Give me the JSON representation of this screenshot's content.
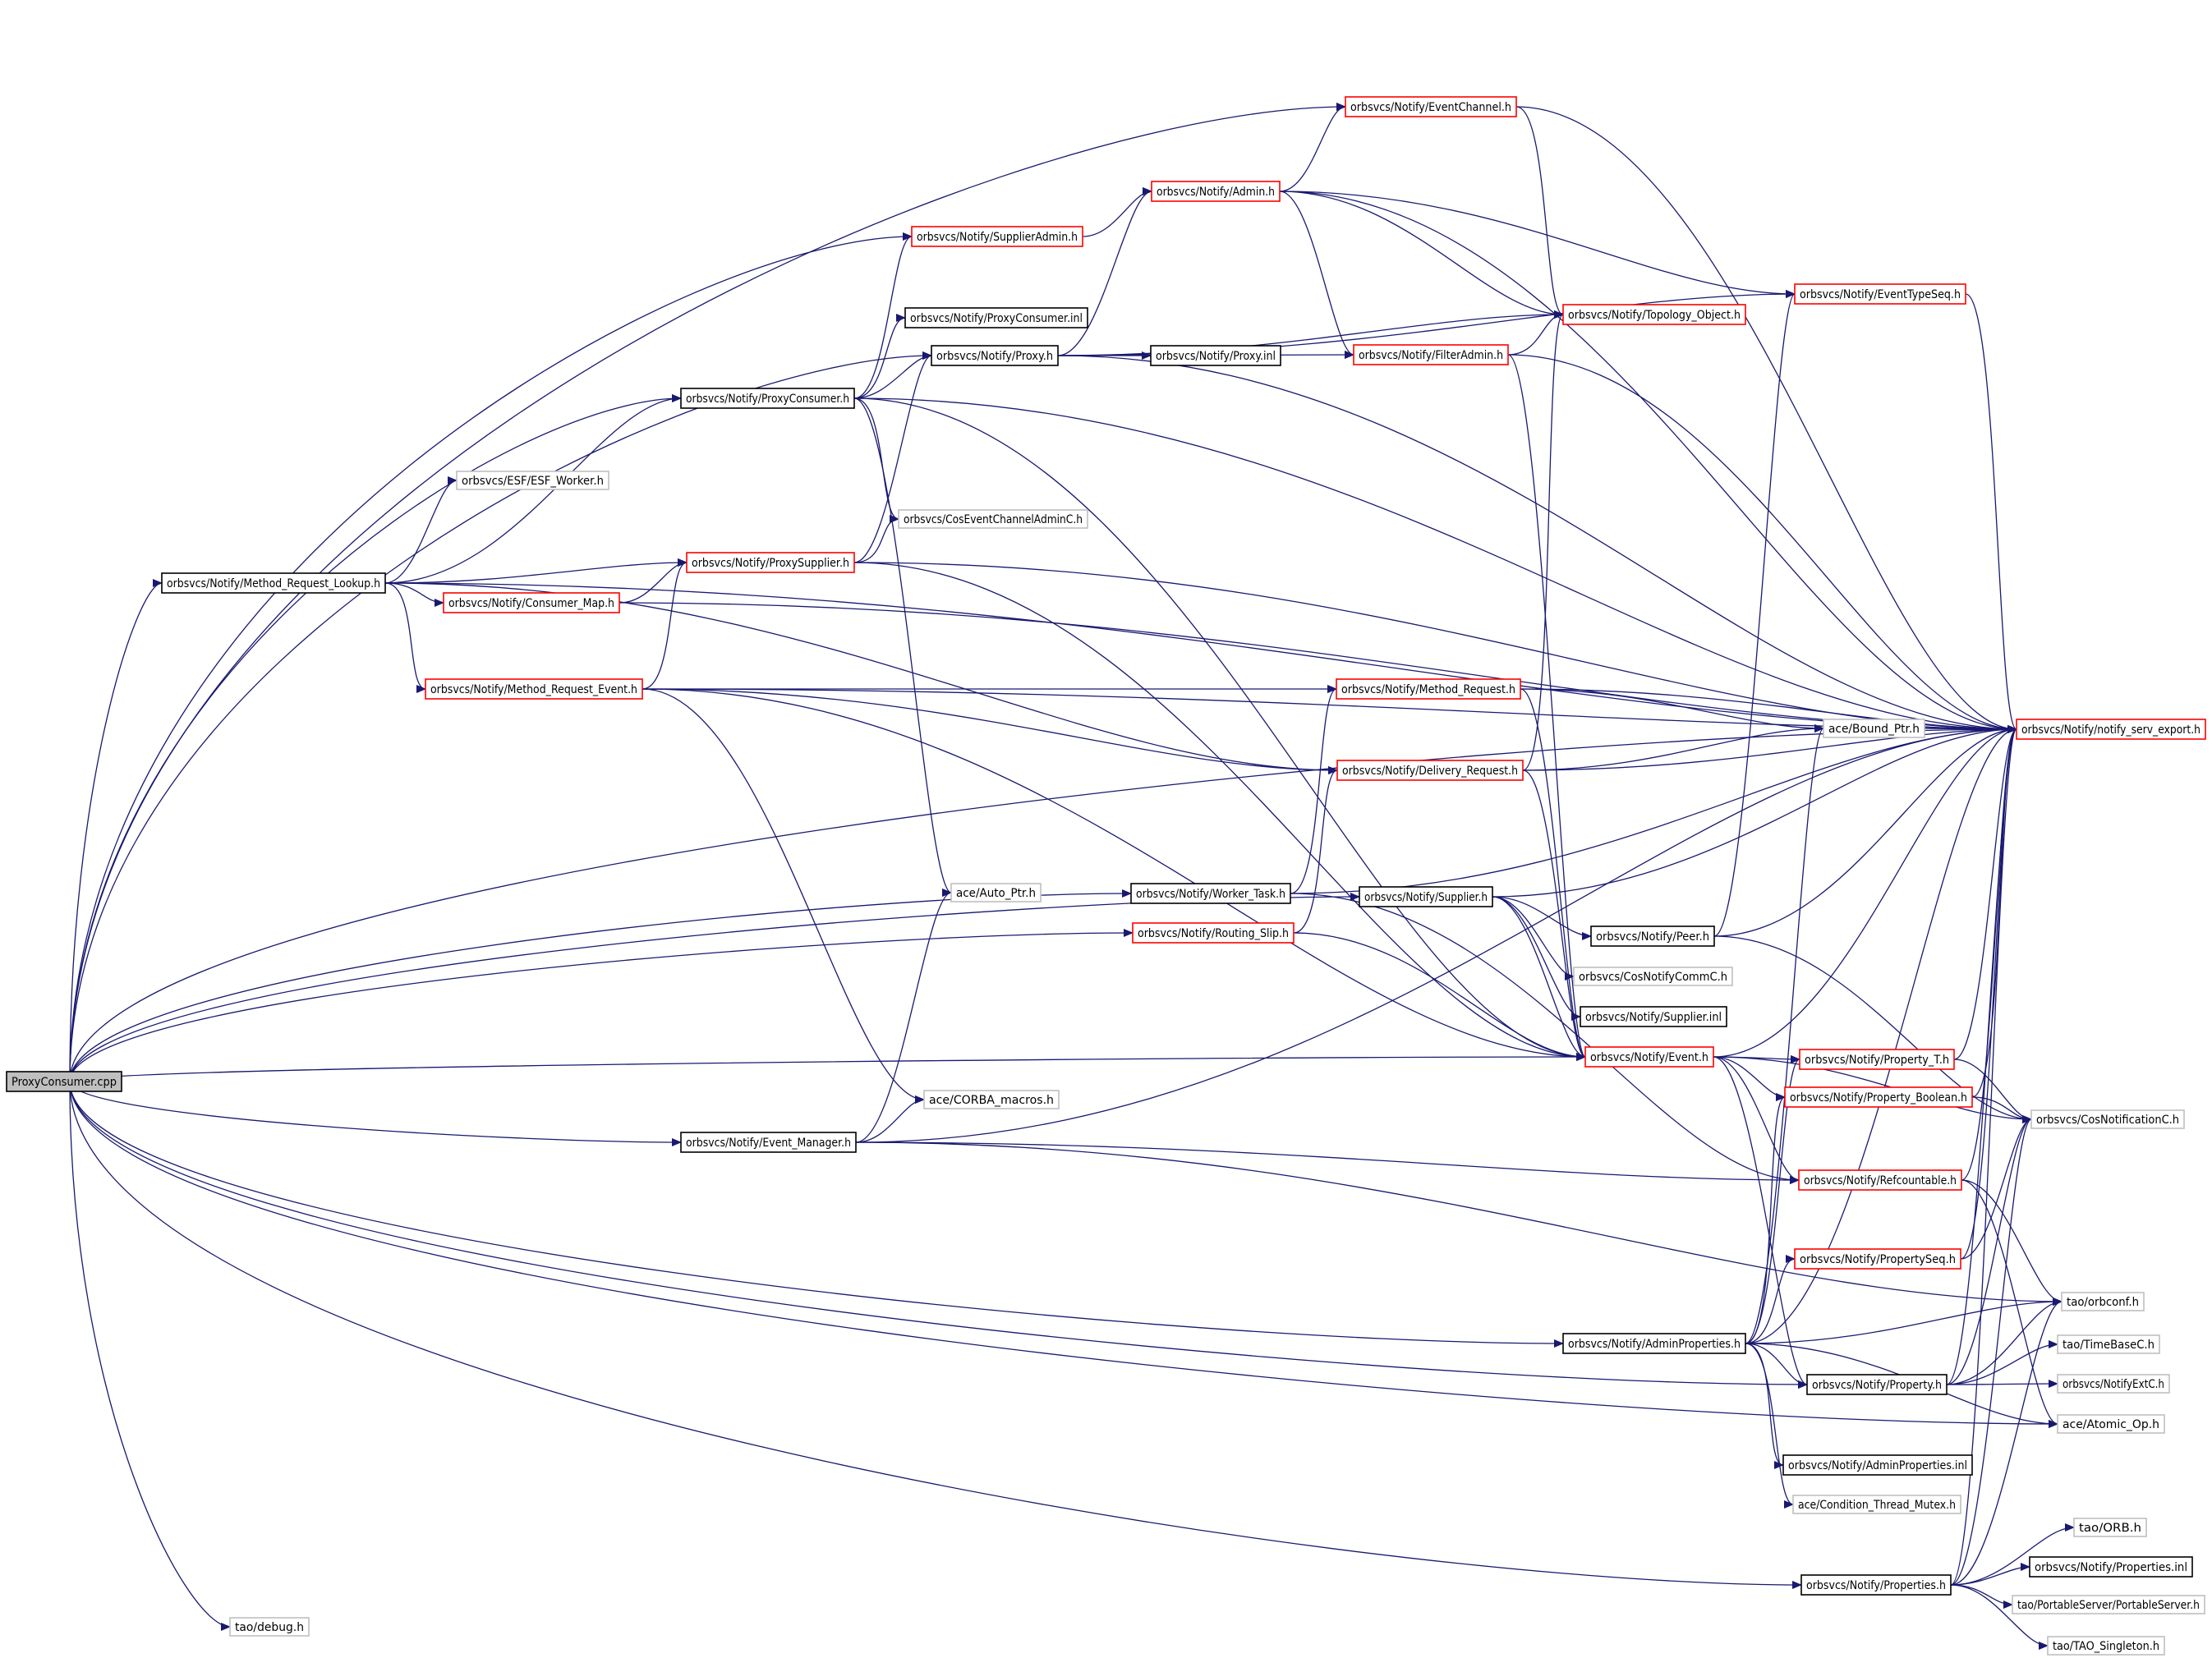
{
  "styles": {
    "edge_color": "#191970",
    "root_fill": "#bfbfbf",
    "border_red": "#ff0000",
    "border_black": "#000000",
    "border_gray": "#bfbfbf"
  },
  "nodes": [
    {
      "id": "root",
      "label": "ProxyConsumer.cpp",
      "style": "root"
    },
    {
      "id": "tao_debug",
      "label": "tao/debug.h",
      "style": "gray"
    },
    {
      "id": "event_channel",
      "label": "orbsvcs/Notify/EventChannel.h",
      "style": "red"
    },
    {
      "id": "admin",
      "label": "orbsvcs/Notify/Admin.h",
      "style": "red"
    },
    {
      "id": "supplier_admin",
      "label": "orbsvcs/Notify/SupplierAdmin.h",
      "style": "red"
    },
    {
      "id": "event_type_seq",
      "label": "orbsvcs/Notify/EventTypeSeq.h",
      "style": "red"
    },
    {
      "id": "topology_object",
      "label": "orbsvcs/Notify/Topology_Object.h",
      "style": "red"
    },
    {
      "id": "proxy_consumer_inl",
      "label": "orbsvcs/Notify/ProxyConsumer.inl",
      "style": "black"
    },
    {
      "id": "proxy_h",
      "label": "orbsvcs/Notify/Proxy.h",
      "style": "black"
    },
    {
      "id": "proxy_inl",
      "label": "orbsvcs/Notify/Proxy.inl",
      "style": "black"
    },
    {
      "id": "filter_admin",
      "label": "orbsvcs/Notify/FilterAdmin.h",
      "style": "red"
    },
    {
      "id": "proxy_consumer_h",
      "label": "orbsvcs/Notify/ProxyConsumer.h",
      "style": "black"
    },
    {
      "id": "esf_worker",
      "label": "orbsvcs/ESF/ESF_Worker.h",
      "style": "gray"
    },
    {
      "id": "cos_event_channel_admin",
      "label": "orbsvcs/CosEventChannelAdminC.h",
      "style": "gray"
    },
    {
      "id": "proxy_supplier",
      "label": "orbsvcs/Notify/ProxySupplier.h",
      "style": "red"
    },
    {
      "id": "method_request_lookup",
      "label": "orbsvcs/Notify/Method_Request_Lookup.h",
      "style": "black"
    },
    {
      "id": "consumer_map",
      "label": "orbsvcs/Notify/Consumer_Map.h",
      "style": "red"
    },
    {
      "id": "method_request_event",
      "label": "orbsvcs/Notify/Method_Request_Event.h",
      "style": "red"
    },
    {
      "id": "method_request",
      "label": "orbsvcs/Notify/Method_Request.h",
      "style": "red"
    },
    {
      "id": "bound_ptr",
      "label": "ace/Bound_Ptr.h",
      "style": "gray"
    },
    {
      "id": "notify_serv_export",
      "label": "orbsvcs/Notify/notify_serv_export.h",
      "style": "red"
    },
    {
      "id": "delivery_request",
      "label": "orbsvcs/Notify/Delivery_Request.h",
      "style": "red"
    },
    {
      "id": "auto_ptr",
      "label": "ace/Auto_Ptr.h",
      "style": "gray"
    },
    {
      "id": "worker_task",
      "label": "orbsvcs/Notify/Worker_Task.h",
      "style": "black"
    },
    {
      "id": "supplier_h",
      "label": "orbsvcs/Notify/Supplier.h",
      "style": "black"
    },
    {
      "id": "routing_slip",
      "label": "orbsvcs/Notify/Routing_Slip.h",
      "style": "red"
    },
    {
      "id": "peer_h",
      "label": "orbsvcs/Notify/Peer.h",
      "style": "black"
    },
    {
      "id": "cos_notify_comm",
      "label": "orbsvcs/CosNotifyCommC.h",
      "style": "gray"
    },
    {
      "id": "supplier_inl",
      "label": "orbsvcs/Notify/Supplier.inl",
      "style": "black"
    },
    {
      "id": "event_h",
      "label": "orbsvcs/Notify/Event.h",
      "style": "red"
    },
    {
      "id": "property_t",
      "label": "orbsvcs/Notify/Property_T.h",
      "style": "red"
    },
    {
      "id": "corba_macros",
      "label": "ace/CORBA_macros.h",
      "style": "gray"
    },
    {
      "id": "property_boolean",
      "label": "orbsvcs/Notify/Property_Boolean.h",
      "style": "red"
    },
    {
      "id": "cos_notification",
      "label": "orbsvcs/CosNotificationC.h",
      "style": "gray"
    },
    {
      "id": "event_manager",
      "label": "orbsvcs/Notify/Event_Manager.h",
      "style": "black"
    },
    {
      "id": "refcountable",
      "label": "orbsvcs/Notify/Refcountable.h",
      "style": "red"
    },
    {
      "id": "property_seq",
      "label": "orbsvcs/Notify/PropertySeq.h",
      "style": "red"
    },
    {
      "id": "orbconf",
      "label": "tao/orbconf.h",
      "style": "gray"
    },
    {
      "id": "admin_properties_h",
      "label": "orbsvcs/Notify/AdminProperties.h",
      "style": "black"
    },
    {
      "id": "time_base",
      "label": "tao/TimeBaseC.h",
      "style": "gray"
    },
    {
      "id": "property_h",
      "label": "orbsvcs/Notify/Property.h",
      "style": "black"
    },
    {
      "id": "notify_ext",
      "label": "orbsvcs/NotifyExtC.h",
      "style": "gray"
    },
    {
      "id": "atomic_op",
      "label": "ace/Atomic_Op.h",
      "style": "gray"
    },
    {
      "id": "admin_properties_inl",
      "label": "orbsvcs/Notify/AdminProperties.inl",
      "style": "black"
    },
    {
      "id": "condition_thread_mutex",
      "label": "ace/Condition_Thread_Mutex.h",
      "style": "gray"
    },
    {
      "id": "tao_orb",
      "label": "tao/ORB.h",
      "style": "gray"
    },
    {
      "id": "properties_h",
      "label": "orbsvcs/Notify/Properties.h",
      "style": "black"
    },
    {
      "id": "properties_inl",
      "label": "orbsvcs/Notify/Properties.inl",
      "style": "black"
    },
    {
      "id": "portable_server",
      "label": "tao/PortableServer/PortableServer.h",
      "style": "gray"
    },
    {
      "id": "tao_singleton",
      "label": "tao/TAO_Singleton.h",
      "style": "gray"
    }
  ],
  "edges": [
    [
      "root",
      "tao_debug"
    ],
    [
      "root",
      "event_channel"
    ],
    [
      "root",
      "supplier_admin"
    ],
    [
      "root",
      "proxy_h"
    ],
    [
      "root",
      "proxy_consumer_h"
    ],
    [
      "root",
      "method_request_lookup"
    ],
    [
      "root",
      "worker_task"
    ],
    [
      "root",
      "routing_slip"
    ],
    [
      "root",
      "supplier_h"
    ],
    [
      "root",
      "event_h"
    ],
    [
      "root",
      "event_manager"
    ],
    [
      "root",
      "admin_properties_h"
    ],
    [
      "root",
      "property_h"
    ],
    [
      "root",
      "atomic_op"
    ],
    [
      "root",
      "properties_h"
    ],
    [
      "root",
      "notify_serv_export"
    ],
    [
      "event_channel",
      "topology_object"
    ],
    [
      "event_channel",
      "notify_serv_export"
    ],
    [
      "admin",
      "event_channel"
    ],
    [
      "admin",
      "topology_object"
    ],
    [
      "admin",
      "event_type_seq"
    ],
    [
      "admin",
      "filter_admin"
    ],
    [
      "admin",
      "notify_serv_export"
    ],
    [
      "supplier_admin",
      "admin"
    ],
    [
      "proxy_h",
      "proxy_inl"
    ],
    [
      "proxy_h",
      "filter_admin"
    ],
    [
      "proxy_h",
      "topology_object"
    ],
    [
      "proxy_h",
      "event_type_seq"
    ],
    [
      "proxy_h",
      "admin"
    ],
    [
      "proxy_h",
      "notify_serv_export"
    ],
    [
      "filter_admin",
      "topology_object"
    ],
    [
      "filter_admin",
      "event_h"
    ],
    [
      "filter_admin",
      "notify_serv_export"
    ],
    [
      "event_type_seq",
      "notify_serv_export"
    ],
    [
      "proxy_consumer_h",
      "proxy_consumer_inl"
    ],
    [
      "proxy_consumer_h",
      "proxy_h"
    ],
    [
      "proxy_consumer_h",
      "supplier_admin"
    ],
    [
      "proxy_consumer_h",
      "cos_event_channel_admin"
    ],
    [
      "proxy_consumer_h",
      "auto_ptr"
    ],
    [
      "proxy_consumer_h",
      "event_h"
    ],
    [
      "proxy_consumer_h",
      "notify_serv_export"
    ],
    [
      "method_request_lookup",
      "proxy_consumer_h"
    ],
    [
      "method_request_lookup",
      "esf_worker"
    ],
    [
      "method_request_lookup",
      "proxy_supplier"
    ],
    [
      "method_request_lookup",
      "consumer_map"
    ],
    [
      "method_request_lookup",
      "method_request_event"
    ],
    [
      "method_request_lookup",
      "delivery_request"
    ],
    [
      "method_request_lookup",
      "notify_serv_export"
    ],
    [
      "proxy_supplier",
      "proxy_h"
    ],
    [
      "proxy_supplier",
      "cos_event_channel_admin"
    ],
    [
      "proxy_supplier",
      "event_h"
    ],
    [
      "proxy_supplier",
      "notify_serv_export"
    ],
    [
      "consumer_map",
      "proxy_supplier"
    ],
    [
      "consumer_map",
      "notify_serv_export"
    ],
    [
      "method_request_event",
      "proxy_supplier"
    ],
    [
      "method_request_event",
      "method_request"
    ],
    [
      "method_request_event",
      "delivery_request"
    ],
    [
      "method_request_event",
      "event_h"
    ],
    [
      "method_request_event",
      "corba_macros"
    ],
    [
      "method_request_event",
      "notify_serv_export"
    ],
    [
      "method_request",
      "bound_ptr"
    ],
    [
      "method_request",
      "event_h"
    ],
    [
      "method_request",
      "notify_serv_export"
    ],
    [
      "delivery_request",
      "bound_ptr"
    ],
    [
      "delivery_request",
      "topology_object"
    ],
    [
      "delivery_request",
      "event_h"
    ],
    [
      "delivery_request",
      "notify_serv_export"
    ],
    [
      "worker_task",
      "method_request"
    ],
    [
      "worker_task",
      "refcountable"
    ],
    [
      "worker_task",
      "notify_serv_export"
    ],
    [
      "routing_slip",
      "delivery_request"
    ],
    [
      "routing_slip",
      "event_h"
    ],
    [
      "supplier_h",
      "peer_h"
    ],
    [
      "supplier_h",
      "cos_notify_comm"
    ],
    [
      "supplier_h",
      "supplier_inl"
    ],
    [
      "supplier_h",
      "event_h"
    ],
    [
      "supplier_h",
      "notify_serv_export"
    ],
    [
      "peer_h",
      "event_type_seq"
    ],
    [
      "peer_h",
      "cos_notification"
    ],
    [
      "peer_h",
      "notify_serv_export"
    ],
    [
      "event_h",
      "property_t"
    ],
    [
      "event_h",
      "property_boolean"
    ],
    [
      "event_h",
      "refcountable"
    ],
    [
      "event_h",
      "cos_notification"
    ],
    [
      "event_h",
      "property_h"
    ],
    [
      "event_h",
      "notify_serv_export"
    ],
    [
      "property_t",
      "cos_notification"
    ],
    [
      "property_t",
      "notify_serv_export"
    ],
    [
      "property_boolean",
      "cos_notification"
    ],
    [
      "property_boolean",
      "notify_serv_export"
    ],
    [
      "event_manager",
      "auto_ptr"
    ],
    [
      "event_manager",
      "corba_macros"
    ],
    [
      "event_manager",
      "refcountable"
    ],
    [
      "event_manager",
      "orbconf"
    ],
    [
      "event_manager",
      "notify_serv_export"
    ],
    [
      "refcountable",
      "orbconf"
    ],
    [
      "refcountable",
      "atomic_op"
    ],
    [
      "refcountable",
      "notify_serv_export"
    ],
    [
      "property_seq",
      "cos_notification"
    ],
    [
      "property_seq",
      "notify_serv_export"
    ],
    [
      "admin_properties_h",
      "property_seq"
    ],
    [
      "admin_properties_h",
      "property_t"
    ],
    [
      "admin_properties_h",
      "property_boolean"
    ],
    [
      "admin_properties_h",
      "property_h"
    ],
    [
      "admin_properties_h",
      "bound_ptr"
    ],
    [
      "admin_properties_h",
      "orbconf"
    ],
    [
      "admin_properties_h",
      "atomic_op"
    ],
    [
      "admin_properties_h",
      "admin_properties_inl"
    ],
    [
      "admin_properties_h",
      "condition_thread_mutex"
    ],
    [
      "admin_properties_h",
      "notify_serv_export"
    ],
    [
      "property_h",
      "time_base"
    ],
    [
      "property_h",
      "notify_ext"
    ],
    [
      "property_h",
      "orbconf"
    ],
    [
      "property_h",
      "cos_notification"
    ],
    [
      "property_h",
      "notify_serv_export"
    ],
    [
      "properties_h",
      "tao_orb"
    ],
    [
      "properties_h",
      "properties_inl"
    ],
    [
      "properties_h",
      "portable_server"
    ],
    [
      "properties_h",
      "tao_singleton"
    ],
    [
      "properties_h",
      "orbconf"
    ],
    [
      "properties_h",
      "cos_notification"
    ],
    [
      "properties_h",
      "notify_serv_export"
    ]
  ]
}
